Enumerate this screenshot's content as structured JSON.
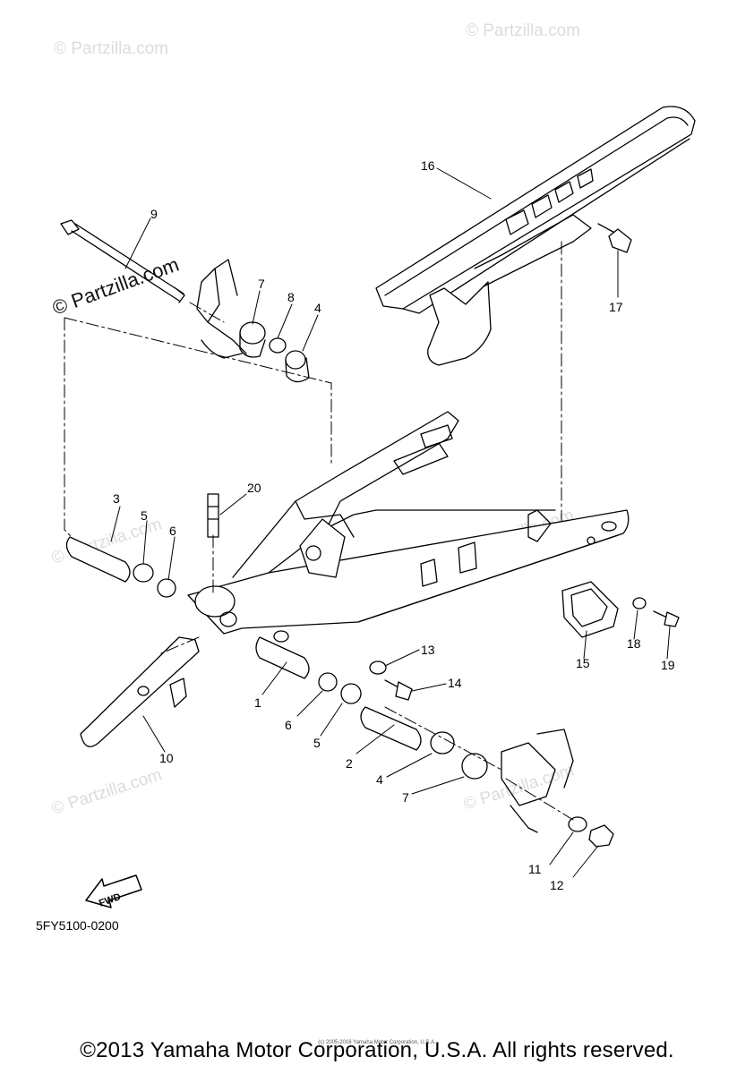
{
  "watermark": "© Partzilla.com",
  "diagram_code": "5FY5100-0200",
  "fwd_label": "FWD",
  "copyright": "©2013 Yamaha Motor Corporation, U.S.A. All rights reserved.",
  "fine_print": "(c) 2005-2016 Yamaha Motor Corporation, U.S.A.",
  "callouts": [
    "1",
    "2",
    "3",
    "4",
    "4",
    "5",
    "5",
    "6",
    "6",
    "7",
    "7",
    "8",
    "9",
    "10",
    "11",
    "12",
    "13",
    "14",
    "15",
    "16",
    "17",
    "18",
    "19",
    "20"
  ]
}
